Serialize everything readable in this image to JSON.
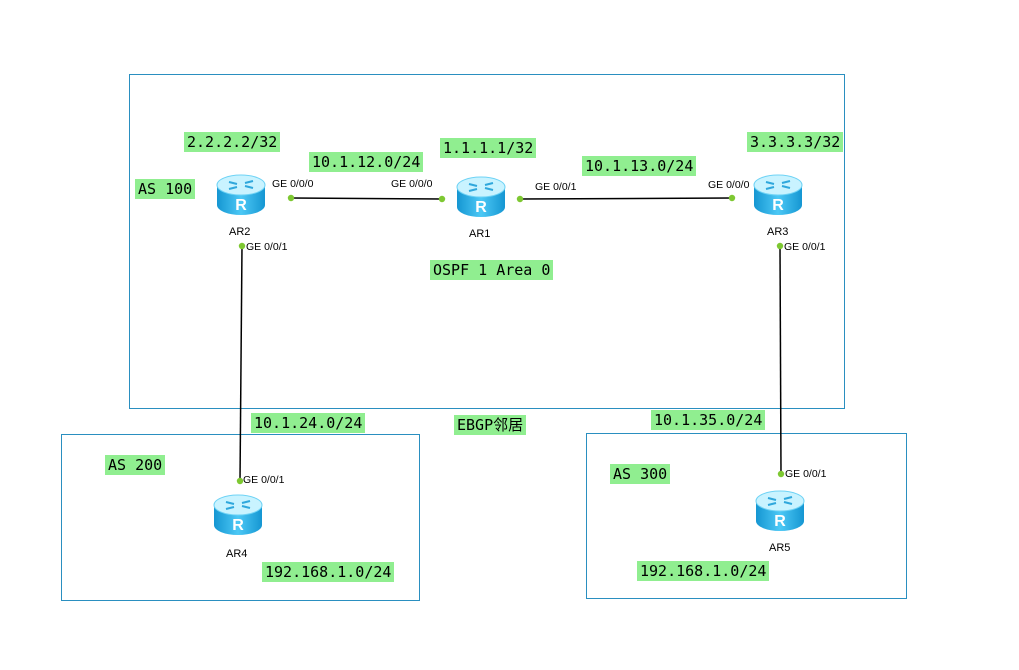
{
  "colors": {
    "box_border": "#2a8fc0",
    "label_bg": "#90ee90",
    "link": "#000000",
    "port_dot": "#7ec832",
    "router_top": "#bff0ff",
    "router_body": "#2fb7ee"
  },
  "autonomous_systems": [
    {
      "id": "as100",
      "label": "AS 100"
    },
    {
      "id": "as200",
      "label": "AS 200"
    },
    {
      "id": "as300",
      "label": "AS 300"
    }
  ],
  "routers": [
    {
      "id": "ar1",
      "name": "AR1",
      "icon": "router-icon",
      "loopback": "1.1.1.1/32"
    },
    {
      "id": "ar2",
      "name": "AR2",
      "icon": "router-icon",
      "loopback": "2.2.2.2/32"
    },
    {
      "id": "ar3",
      "name": "AR3",
      "icon": "router-icon",
      "loopback": "3.3.3.3/32"
    },
    {
      "id": "ar4",
      "name": "AR4",
      "icon": "router-icon",
      "network": "192.168.1.0/24"
    },
    {
      "id": "ar5",
      "name": "AR5",
      "icon": "router-icon",
      "network": "192.168.1.0/24"
    }
  ],
  "links": [
    {
      "id": "ar2-ar1",
      "subnet": "10.1.12.0/24",
      "a": {
        "router": "AR2",
        "port": "GE 0/0/0"
      },
      "b": {
        "router": "AR1",
        "port": "GE 0/0/0"
      }
    },
    {
      "id": "ar1-ar3",
      "subnet": "10.1.13.0/24",
      "a": {
        "router": "AR1",
        "port": "GE 0/0/1"
      },
      "b": {
        "router": "AR3",
        "port": "GE 0/0/0"
      }
    },
    {
      "id": "ar2-ar4",
      "subnet": "10.1.24.0/24",
      "a": {
        "router": "AR2",
        "port": "GE 0/0/1"
      },
      "b": {
        "router": "AR4",
        "port": "GE 0/0/1"
      }
    },
    {
      "id": "ar3-ar5",
      "subnet": "10.1.35.0/24",
      "a": {
        "router": "AR3",
        "port": "GE 0/0/1"
      },
      "b": {
        "router": "AR5",
        "port": "GE 0/0/1"
      }
    }
  ],
  "annotations": {
    "igp": "OSPF 1 Area 0",
    "ebgp": "EBGP邻居"
  }
}
